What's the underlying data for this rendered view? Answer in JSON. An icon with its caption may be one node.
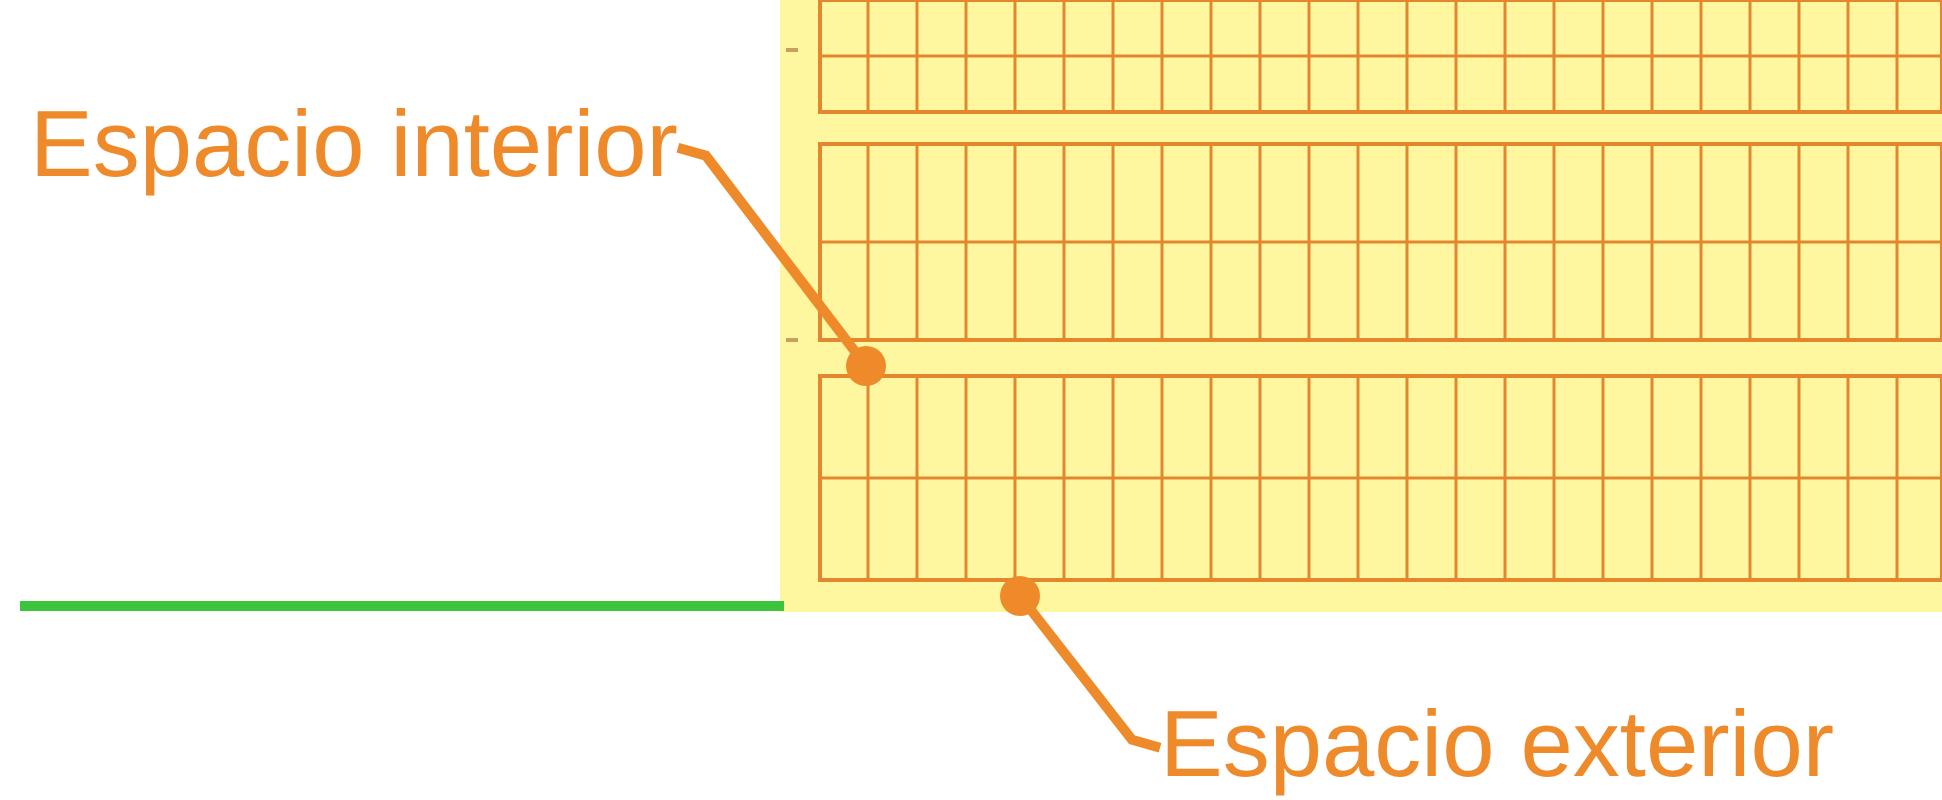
{
  "diagram": {
    "nodes": [
      {
        "text": [
          "Espacio interior"
        ]
      },
      {
        "text": [
          "Espacio exterior"
        ]
      }
    ],
    "edges": [
      {
        "from": 0,
        "to": null,
        "arrow": "other"
      },
      {
        "from": 1,
        "to": null,
        "arrow": "other"
      }
    ]
  }
}
